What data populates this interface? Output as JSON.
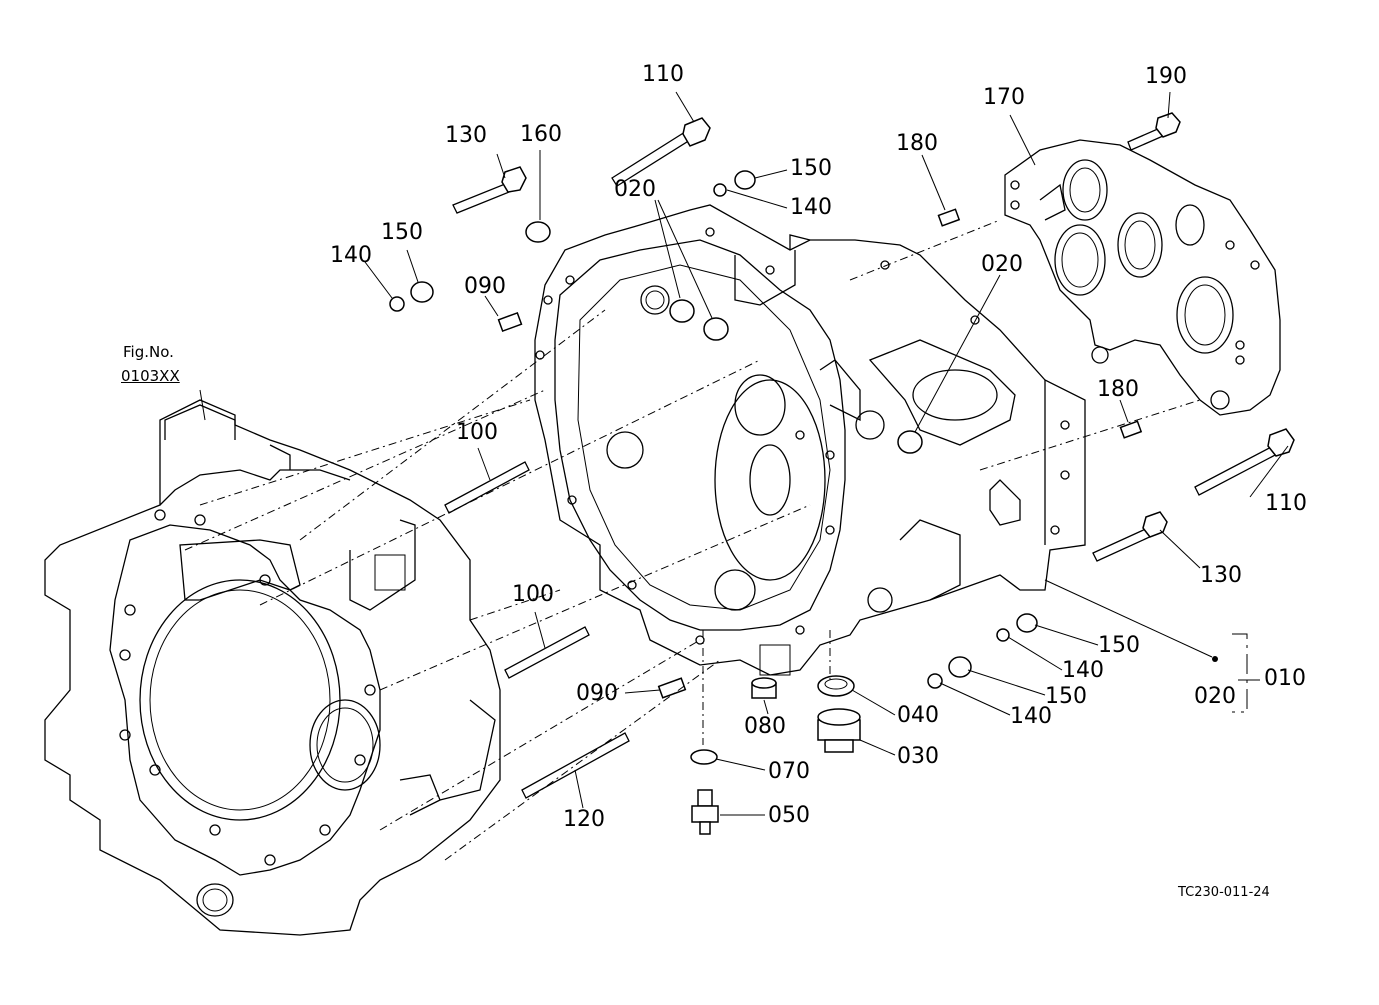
{
  "figure_ref": {
    "line1": "Fig.No.",
    "line2": "0103XX"
  },
  "drawing_code": "TC230-011-24",
  "callouts": {
    "c110_top": "110",
    "c130_top": "130",
    "c160": "160",
    "c150_a": "150",
    "c140_a": "140",
    "c020_a": "020",
    "c150_left": "150",
    "c140_left": "140",
    "c090_top": "090",
    "c180_top": "180",
    "c170": "170",
    "c190": "190",
    "c020_b": "020",
    "c180_mid": "180",
    "c110_right": "110",
    "c100_top": "100",
    "c130_right": "130",
    "c100_bottom": "100",
    "c150_b": "150",
    "c140_b": "140",
    "c150_c": "150",
    "c140_c": "140",
    "c090_bottom": "090",
    "c080": "080",
    "c040": "040",
    "c030": "030",
    "c070": "070",
    "c050": "050",
    "c120": "120",
    "c020_assy": "020",
    "c010_assy": "010"
  }
}
